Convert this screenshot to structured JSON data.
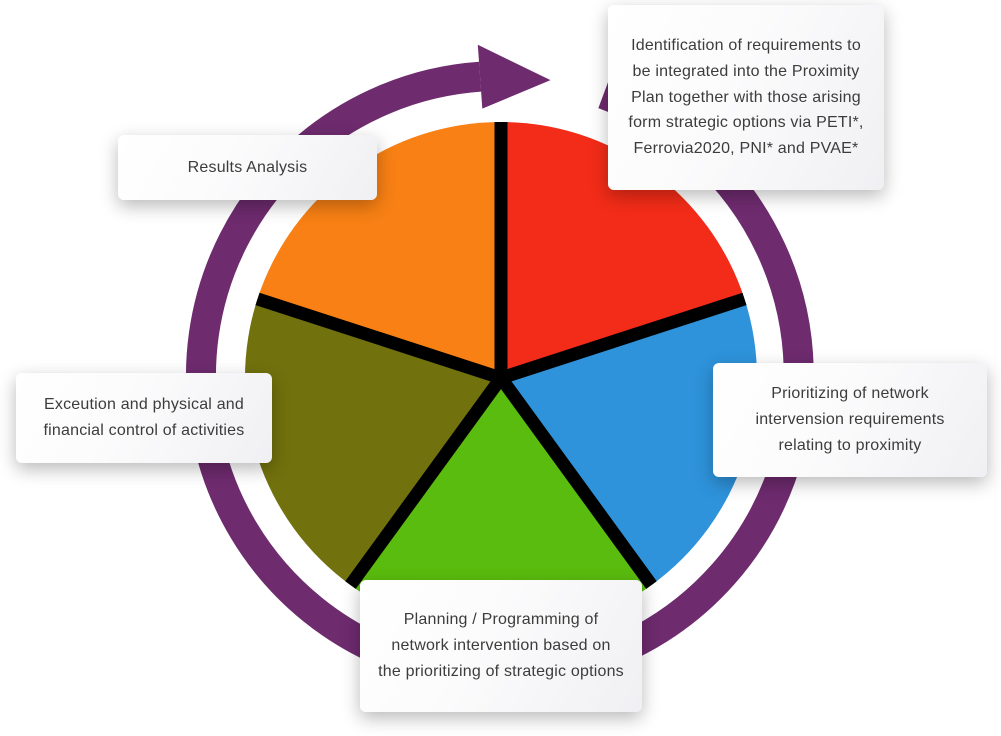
{
  "diagram": {
    "type": "cycle-process",
    "divider_color": "#000000",
    "arrow_color": "#6e2b6e",
    "text_color": "#3c3c3c",
    "segments": [
      {
        "id": "identification",
        "color": "#f22c18",
        "label": "Identification of requirements to be integrated into the Proximity Plan together with those arising form strategic options via PETI*, Ferrovia2020, PNI* and PVAE*"
      },
      {
        "id": "prioritizing",
        "color": "#2e93db",
        "label": "Prioritizing of network intervension requirements relating to proximity"
      },
      {
        "id": "planning",
        "color": "#5abc0e",
        "label": "Planning / Programming of network intervention based on the prioritizing of strategic options"
      },
      {
        "id": "execution",
        "color": "#71710d",
        "label": "Exceution and physical and financial control of activities"
      },
      {
        "id": "results",
        "color": "#f88014",
        "label": "Results Analysis"
      }
    ]
  }
}
